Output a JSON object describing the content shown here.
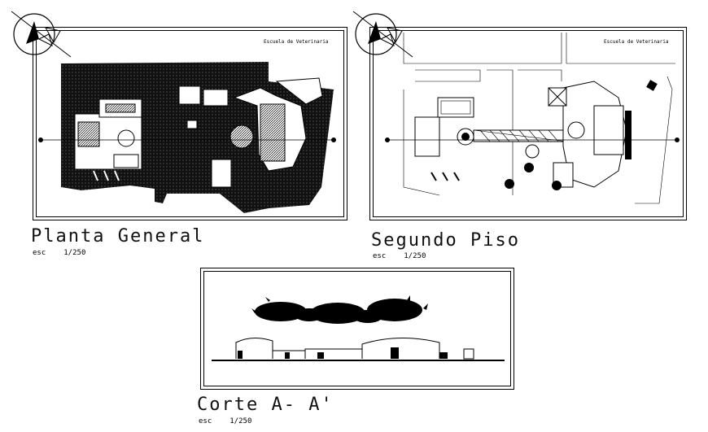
{
  "drawings": [
    {
      "id": "planta-general",
      "title": "Planta General",
      "scale_prefix": "esc",
      "scale_value": "1/250",
      "school_label": "Escuela de Veterinaria"
    },
    {
      "id": "segundo-piso",
      "title": "Segundo Piso",
      "scale_prefix": "esc",
      "scale_value": "1/250",
      "school_label": "Escuela de Veterinaria"
    },
    {
      "id": "corte",
      "title": "Corte A- A'",
      "scale_prefix": "esc",
      "scale_value": "1/250"
    }
  ]
}
